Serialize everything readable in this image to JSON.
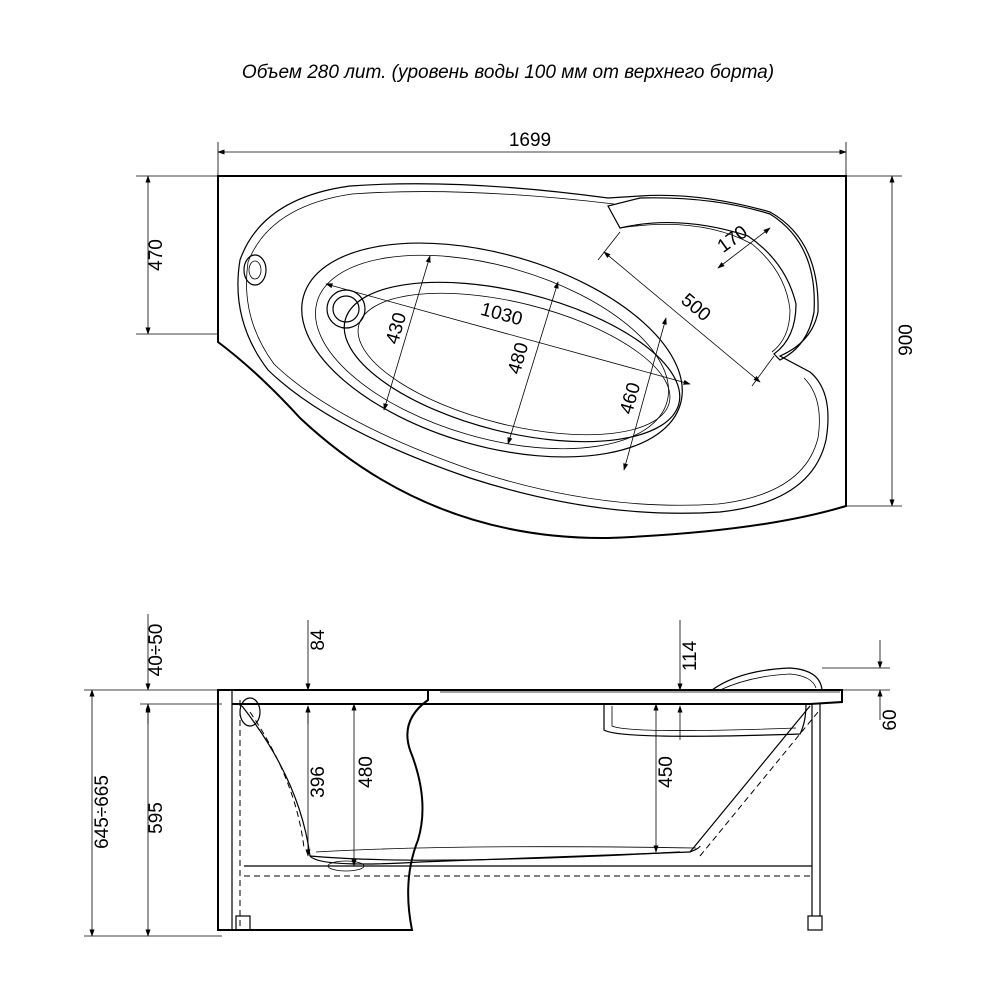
{
  "title": "Объем 280 лит. (уровень воды 100 мм от верхнего борта)",
  "top_view": {
    "length": "1699",
    "left_width": "470",
    "total_width": "900",
    "basin_length": "1030",
    "width_left": "430",
    "width_mid": "480",
    "width_right": "460",
    "headrest_width": "170",
    "headrest_length": "500"
  },
  "side_view": {
    "rim_height": "40÷50",
    "bottom_thickness": "84",
    "headrest_rise": "114",
    "total_height": "645÷665",
    "panel_height": "595",
    "depth_396": "396",
    "depth_480": "480",
    "depth_450": "450",
    "rim_60": "60"
  }
}
